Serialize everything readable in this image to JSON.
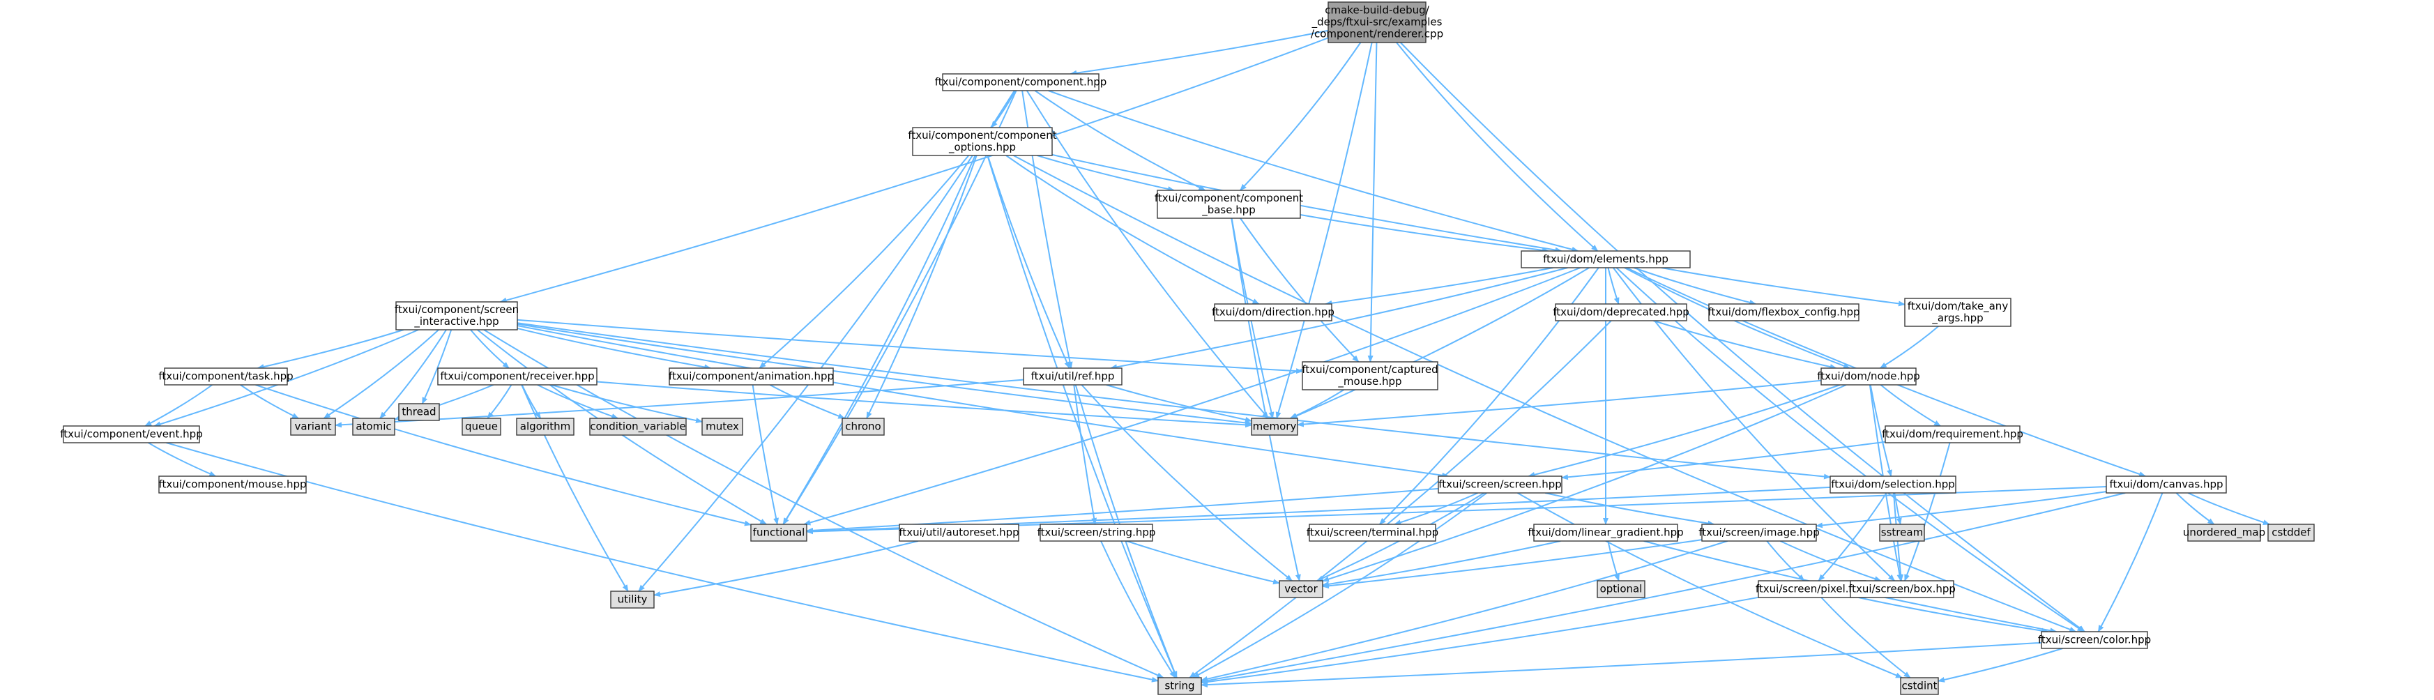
{
  "colors": {
    "edge": "#63b8ff",
    "node_fill": "#ffffff",
    "node_border": "#3a3a3a",
    "root_fill": "#a0a0a0",
    "system_fill": "#e0e0e0",
    "text": "#000000"
  },
  "nodes": [
    {
      "id": "root",
      "kind": "root",
      "lines": [
        "cmake-build-debug/",
        "_deps/ftxui-src/examples",
        "/component/renderer.cpp"
      ]
    },
    {
      "id": "component",
      "lines": [
        "ftxui/component/component.hpp"
      ]
    },
    {
      "id": "component_options",
      "lines": [
        "ftxui/component/component",
        "_options.hpp"
      ]
    },
    {
      "id": "component_base",
      "lines": [
        "ftxui/component/component",
        "_base.hpp"
      ]
    },
    {
      "id": "elements",
      "lines": [
        "ftxui/dom/elements.hpp"
      ]
    },
    {
      "id": "screen_interactive",
      "lines": [
        "ftxui/component/screen",
        "_interactive.hpp"
      ]
    },
    {
      "id": "direction",
      "lines": [
        "ftxui/dom/direction.hpp"
      ]
    },
    {
      "id": "deprecated",
      "lines": [
        "ftxui/dom/deprecated.hpp"
      ]
    },
    {
      "id": "flexbox_config",
      "lines": [
        "ftxui/dom/flexbox_config.hpp"
      ]
    },
    {
      "id": "take_any_args",
      "lines": [
        "ftxui/dom/take_any",
        "_args.hpp"
      ]
    },
    {
      "id": "task",
      "lines": [
        "ftxui/component/task.hpp"
      ]
    },
    {
      "id": "receiver",
      "lines": [
        "ftxui/component/receiver.hpp"
      ]
    },
    {
      "id": "animation",
      "lines": [
        "ftxui/component/animation.hpp"
      ]
    },
    {
      "id": "ref",
      "lines": [
        "ftxui/util/ref.hpp"
      ]
    },
    {
      "id": "captured_mouse",
      "lines": [
        "ftxui/component/captured",
        "_mouse.hpp"
      ]
    },
    {
      "id": "node",
      "lines": [
        "ftxui/dom/node.hpp"
      ]
    },
    {
      "id": "thread",
      "kind": "system",
      "lines": [
        "thread"
      ]
    },
    {
      "id": "variant",
      "kind": "system",
      "lines": [
        "variant"
      ]
    },
    {
      "id": "atomic",
      "kind": "system",
      "lines": [
        "atomic"
      ]
    },
    {
      "id": "queue",
      "kind": "system",
      "lines": [
        "queue"
      ]
    },
    {
      "id": "algorithm",
      "kind": "system",
      "lines": [
        "algorithm"
      ]
    },
    {
      "id": "condition_variable",
      "kind": "system",
      "lines": [
        "condition_variable"
      ]
    },
    {
      "id": "mutex",
      "kind": "system",
      "lines": [
        "mutex"
      ]
    },
    {
      "id": "chrono",
      "kind": "system",
      "lines": [
        "chrono"
      ]
    },
    {
      "id": "memory",
      "kind": "system",
      "lines": [
        "memory"
      ]
    },
    {
      "id": "event",
      "lines": [
        "ftxui/component/event.hpp"
      ]
    },
    {
      "id": "requirement",
      "lines": [
        "ftxui/dom/requirement.hpp"
      ]
    },
    {
      "id": "mouse",
      "lines": [
        "ftxui/component/mouse.hpp"
      ]
    },
    {
      "id": "screen",
      "lines": [
        "ftxui/screen/screen.hpp"
      ]
    },
    {
      "id": "selection",
      "lines": [
        "ftxui/dom/selection.hpp"
      ]
    },
    {
      "id": "canvas",
      "lines": [
        "ftxui/dom/canvas.hpp"
      ]
    },
    {
      "id": "functional",
      "kind": "system",
      "lines": [
        "functional"
      ]
    },
    {
      "id": "autoreset",
      "lines": [
        "ftxui/util/autoreset.hpp"
      ]
    },
    {
      "id": "string_hpp",
      "lines": [
        "ftxui/screen/string.hpp"
      ]
    },
    {
      "id": "terminal",
      "lines": [
        "ftxui/screen/terminal.hpp"
      ]
    },
    {
      "id": "linear_gradient",
      "lines": [
        "ftxui/dom/linear_gradient.hpp"
      ]
    },
    {
      "id": "image",
      "lines": [
        "ftxui/screen/image.hpp"
      ]
    },
    {
      "id": "sstream",
      "kind": "system",
      "lines": [
        "sstream"
      ]
    },
    {
      "id": "unordered_map",
      "kind": "system",
      "lines": [
        "unordered_map"
      ]
    },
    {
      "id": "cstddef",
      "kind": "system",
      "lines": [
        "cstddef"
      ]
    },
    {
      "id": "utility",
      "kind": "system",
      "lines": [
        "utility"
      ]
    },
    {
      "id": "vector",
      "kind": "system",
      "lines": [
        "vector"
      ]
    },
    {
      "id": "optional",
      "kind": "system",
      "lines": [
        "optional"
      ]
    },
    {
      "id": "pixel",
      "lines": [
        "ftxui/screen/pixel.hpp"
      ]
    },
    {
      "id": "box",
      "lines": [
        "ftxui/screen/box.hpp"
      ]
    },
    {
      "id": "color",
      "lines": [
        "ftxui/screen/color.hpp"
      ]
    },
    {
      "id": "string",
      "kind": "system",
      "lines": [
        "string"
      ]
    },
    {
      "id": "cstdint",
      "kind": "system",
      "lines": [
        "cstdint"
      ]
    }
  ],
  "edges": [
    [
      "root",
      "component"
    ],
    [
      "root",
      "screen_interactive"
    ],
    [
      "root",
      "component_base"
    ],
    [
      "root",
      "elements"
    ],
    [
      "root",
      "captured_mouse"
    ],
    [
      "root",
      "memory"
    ],
    [
      "root",
      "color"
    ],
    [
      "component",
      "component_options"
    ],
    [
      "component",
      "component_base"
    ],
    [
      "component",
      "elements"
    ],
    [
      "component",
      "ref"
    ],
    [
      "component",
      "memory"
    ],
    [
      "component",
      "functional"
    ],
    [
      "component",
      "utility"
    ],
    [
      "component_options",
      "component_base"
    ],
    [
      "component_options",
      "elements"
    ],
    [
      "component_options",
      "direction"
    ],
    [
      "component_options",
      "animation"
    ],
    [
      "component_options",
      "ref"
    ],
    [
      "component_options",
      "chrono"
    ],
    [
      "component_options",
      "functional"
    ],
    [
      "component_options",
      "string"
    ],
    [
      "component_options",
      "color"
    ],
    [
      "component_base",
      "elements"
    ],
    [
      "component_base",
      "captured_mouse"
    ],
    [
      "component_base",
      "memory"
    ],
    [
      "component_base",
      "vector"
    ],
    [
      "elements",
      "direction"
    ],
    [
      "elements",
      "deprecated"
    ],
    [
      "elements",
      "flexbox_config"
    ],
    [
      "elements",
      "take_any_args"
    ],
    [
      "elements",
      "node"
    ],
    [
      "elements",
      "canvas"
    ],
    [
      "elements",
      "ref"
    ],
    [
      "elements",
      "memory"
    ],
    [
      "elements",
      "functional"
    ],
    [
      "elements",
      "terminal"
    ],
    [
      "elements",
      "linear_gradient"
    ],
    [
      "elements",
      "box"
    ],
    [
      "elements",
      "color"
    ],
    [
      "deprecated",
      "node"
    ],
    [
      "deprecated",
      "string"
    ],
    [
      "take_any_args",
      "node"
    ],
    [
      "screen_interactive",
      "task"
    ],
    [
      "screen_interactive",
      "receiver"
    ],
    [
      "screen_interactive",
      "animation"
    ],
    [
      "screen_interactive",
      "event"
    ],
    [
      "screen_interactive",
      "captured_mouse"
    ],
    [
      "screen_interactive",
      "screen"
    ],
    [
      "screen_interactive",
      "selection"
    ],
    [
      "screen_interactive",
      "thread"
    ],
    [
      "screen_interactive",
      "variant"
    ],
    [
      "screen_interactive",
      "atomic"
    ],
    [
      "screen_interactive",
      "memory"
    ],
    [
      "screen_interactive",
      "functional"
    ],
    [
      "screen_interactive",
      "string"
    ],
    [
      "task",
      "variant"
    ],
    [
      "task",
      "event"
    ],
    [
      "task",
      "functional"
    ],
    [
      "receiver",
      "atomic"
    ],
    [
      "receiver",
      "queue"
    ],
    [
      "receiver",
      "algorithm"
    ],
    [
      "receiver",
      "condition_variable"
    ],
    [
      "receiver",
      "mutex"
    ],
    [
      "receiver",
      "memory"
    ],
    [
      "receiver",
      "utility"
    ],
    [
      "animation",
      "chrono"
    ],
    [
      "animation",
      "functional"
    ],
    [
      "ref",
      "memory"
    ],
    [
      "ref",
      "variant"
    ],
    [
      "ref",
      "string_hpp"
    ],
    [
      "ref",
      "vector"
    ],
    [
      "ref",
      "string"
    ],
    [
      "captured_mouse",
      "memory"
    ],
    [
      "node",
      "requirement"
    ],
    [
      "node",
      "selection"
    ],
    [
      "node",
      "screen"
    ],
    [
      "node",
      "box"
    ],
    [
      "node",
      "memory"
    ],
    [
      "node",
      "vector"
    ],
    [
      "requirement",
      "screen"
    ],
    [
      "requirement",
      "box"
    ],
    [
      "event",
      "mouse"
    ],
    [
      "event",
      "string"
    ],
    [
      "screen",
      "image"
    ],
    [
      "screen",
      "terminal"
    ],
    [
      "screen",
      "string"
    ],
    [
      "screen",
      "vector"
    ],
    [
      "screen",
      "functional"
    ],
    [
      "screen",
      "cstdint"
    ],
    [
      "selection",
      "functional"
    ],
    [
      "selection",
      "sstream"
    ],
    [
      "selection",
      "box"
    ],
    [
      "selection",
      "pixel"
    ],
    [
      "canvas",
      "image"
    ],
    [
      "canvas",
      "unordered_map"
    ],
    [
      "canvas",
      "cstddef"
    ],
    [
      "canvas",
      "functional"
    ],
    [
      "canvas",
      "color"
    ],
    [
      "canvas",
      "string"
    ],
    [
      "autoreset",
      "utility"
    ],
    [
      "string_hpp",
      "vector"
    ],
    [
      "string_hpp",
      "string"
    ],
    [
      "linear_gradient",
      "optional"
    ],
    [
      "linear_gradient",
      "vector"
    ],
    [
      "linear_gradient",
      "color"
    ],
    [
      "image",
      "pixel"
    ],
    [
      "image",
      "box"
    ],
    [
      "image",
      "vector"
    ],
    [
      "image",
      "string"
    ],
    [
      "pixel",
      "color"
    ],
    [
      "pixel",
      "cstdint"
    ],
    [
      "pixel",
      "string"
    ],
    [
      "color",
      "string"
    ],
    [
      "color",
      "cstdint"
    ]
  ]
}
